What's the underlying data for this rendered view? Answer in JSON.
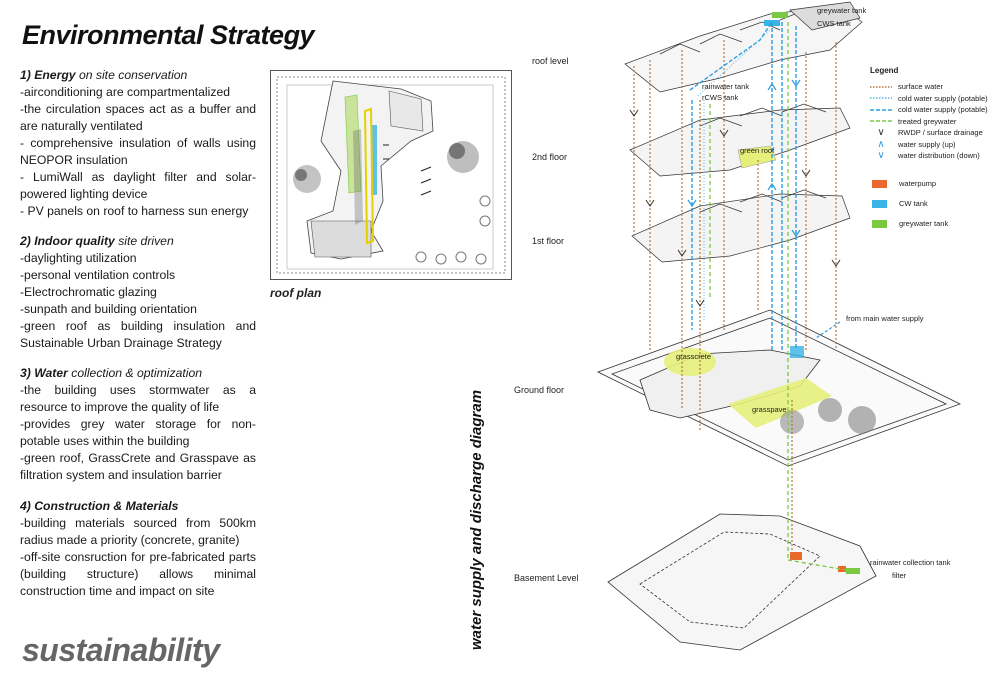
{
  "title": "Environmental Strategy",
  "sections": [
    {
      "heading_bold": "1) Energy",
      "heading_rest": "on site conservation",
      "lines": [
        "-airconditioning are compartmentalized",
        "-the circulation spaces act as a buffer and are naturally ventilated",
        "- comprehensive insulation of walls using NEOPOR insulation",
        "- LumiWall as daylight filter and solar-powered lighting device",
        "- PV panels on roof to harness sun energy"
      ]
    },
    {
      "heading_bold": "2) Indoor quality",
      "heading_rest": "site driven",
      "lines": [
        "-daylighting utilization",
        "-personal ventilation controls",
        "-Electrochromatic glazing",
        "-sunpath and building orientation",
        "-green roof as building insulation and Sustainable Urban Drainage Strategy"
      ]
    },
    {
      "heading_bold": "3) Water",
      "heading_rest": " collection & optimization",
      "lines": [
        "-the building uses stormwater as a resource to improve the quality of life",
        "-provides grey water storage for non-potable uses within the building",
        "-green roof, GrassCrete and Grasspave as filtration system and insulation barrier"
      ]
    },
    {
      "heading_bold": "4) Construction & Materials",
      "heading_rest": "",
      "lines": [
        "-building materials sourced from 500km radius made a priority (concrete, granite)",
        "-off-site consruction for pre-fabricated parts (building structure) allows minimal construction time and impact on site"
      ]
    }
  ],
  "footer": "sustainability",
  "plan_label": "roof plan",
  "diagram_title": "water supply and discharge diagram",
  "levels": [
    "roof level",
    "2nd floor",
    "1st floor",
    "Ground floor",
    "Basement Level"
  ],
  "annotations": {
    "greywater_tank": "greywater tank",
    "cws_tank": "CWS tank",
    "rainwater_tank": "rainwater tank",
    "rcws_tank": "rCWS tank",
    "green_roof": "green roof",
    "main_supply": "from main water supply",
    "grasscrete": "grasscrete",
    "grasspave": "grasspave",
    "rain_collection": "rainwater collection tank",
    "filter": "filter"
  },
  "legend": {
    "title": "Legend",
    "lines": [
      {
        "label": "surface water",
        "color": "#b5793a",
        "style": "dotted"
      },
      {
        "label": "cold water supply (potable)",
        "color": "#5ab4e8",
        "style": "dotted"
      },
      {
        "label": "cold water supply (potable)",
        "color": "#2a9de0",
        "style": "dashed"
      },
      {
        "label": "treated greywater",
        "color": "#7ac943",
        "style": "dashed"
      }
    ],
    "symbols": [
      {
        "label": "RWDP / surface drainage",
        "glyph": "v",
        "color": "#333333"
      },
      {
        "label": "water supply (up)",
        "glyph": "^",
        "color": "#2a9de0"
      },
      {
        "label": "water distribution (down)",
        "glyph": "v",
        "color": "#2a9de0"
      }
    ],
    "boxes": [
      {
        "label": "waterpump",
        "color": "#e8692a"
      },
      {
        "label": "CW tank",
        "color": "#39b4e6"
      },
      {
        "label": "greywater tank",
        "color": "#7ac943"
      }
    ]
  }
}
